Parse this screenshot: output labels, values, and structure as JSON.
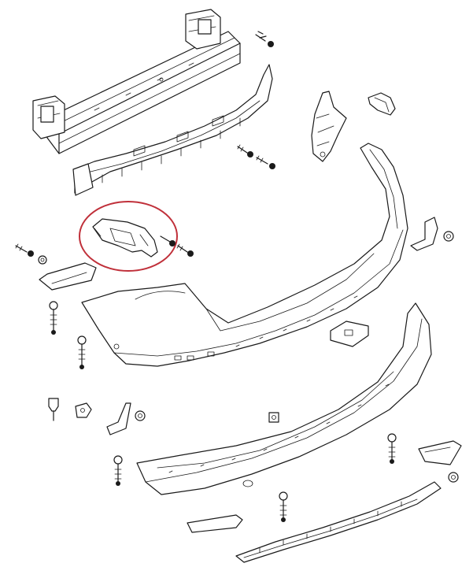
{
  "diagram": {
    "background": "#ffffff",
    "line_color": "#1a1a1a",
    "highlight_color": "#c0303a",
    "parts": [
      {
        "id": "bumper-reinforcement-bar",
        "icon": "reinforcement-beam"
      },
      {
        "id": "energy-absorber",
        "icon": "foam-absorber"
      },
      {
        "id": "side-guide-bracket",
        "icon": "bracket"
      },
      {
        "id": "small-clip-top-right",
        "icon": "clip"
      },
      {
        "id": "upper-bumper-cover",
        "icon": "bumper-cover"
      },
      {
        "id": "highlighted-bracket",
        "icon": "bracket",
        "highlighted": true
      },
      {
        "id": "lower-bumper-cover",
        "icon": "bumper-cover"
      },
      {
        "id": "diffuser-trim",
        "icon": "trim-strip"
      },
      {
        "id": "reflector-strip",
        "icon": "reflector"
      },
      {
        "id": "fasteners",
        "icon": "screw"
      }
    ]
  }
}
